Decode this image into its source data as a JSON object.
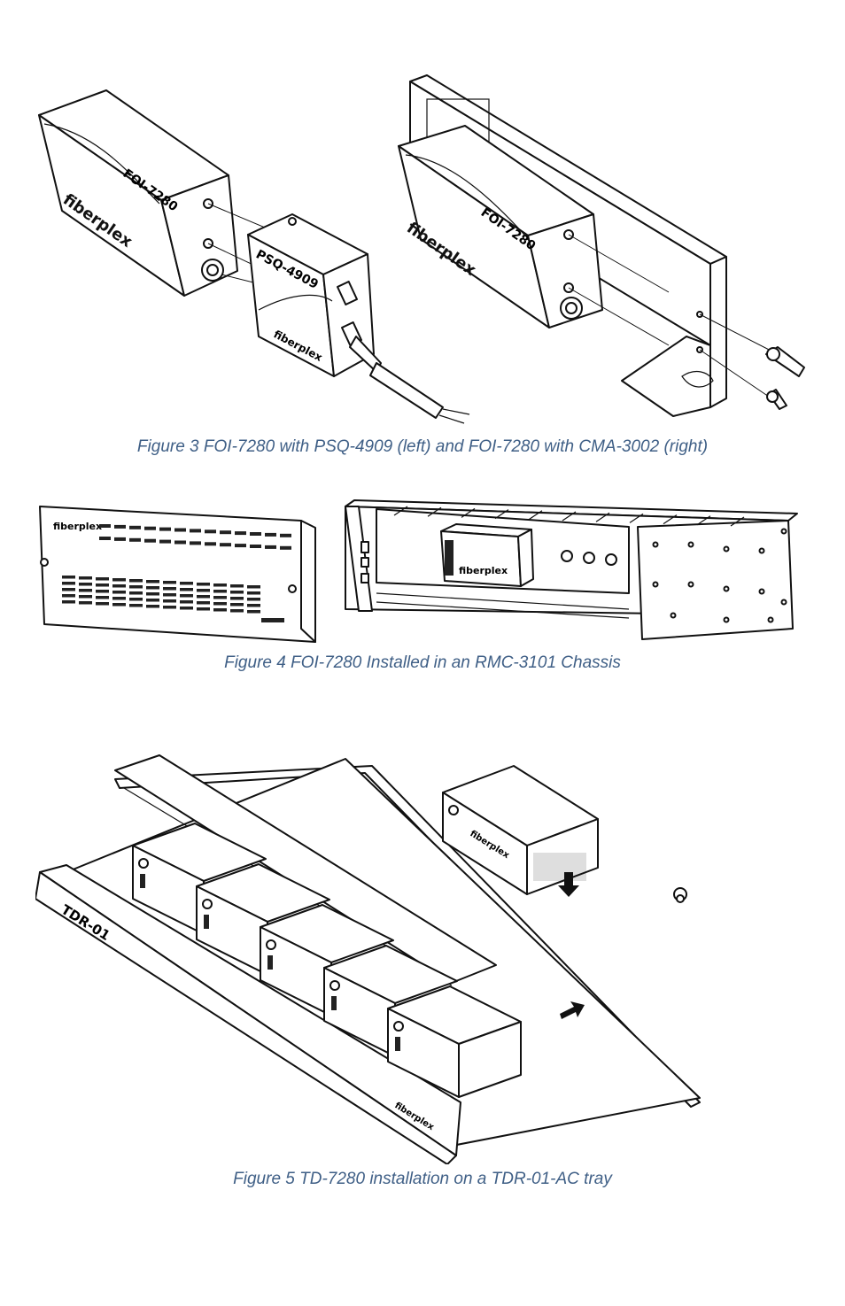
{
  "figure3": {
    "caption": "Figure 3 FOI-7280 with PSQ-4909 (left) and FOI-7280 with CMA-3002 (right)",
    "labels": {
      "left_unit_model": "FOI-7280",
      "left_unit_brand": "fiberplex",
      "power_supply_model": "PSQ-4909",
      "power_supply_brand": "fiberplex",
      "right_unit_model": "FOI-7280",
      "right_unit_brand": "fiberplex"
    }
  },
  "figure4": {
    "caption": "Figure 4 FOI-7280 Installed in an RMC-3101 Chassis",
    "labels": {
      "cover_brand": "fiberplex",
      "module_brand": "fiberplex"
    }
  },
  "figure5": {
    "caption": "Figure 5 TD-7280 installation on a TDR-01-AC tray",
    "labels": {
      "tray_label": "TDR-01",
      "tray_brand": "fiberplex",
      "module_brand": "fiberplex"
    }
  }
}
